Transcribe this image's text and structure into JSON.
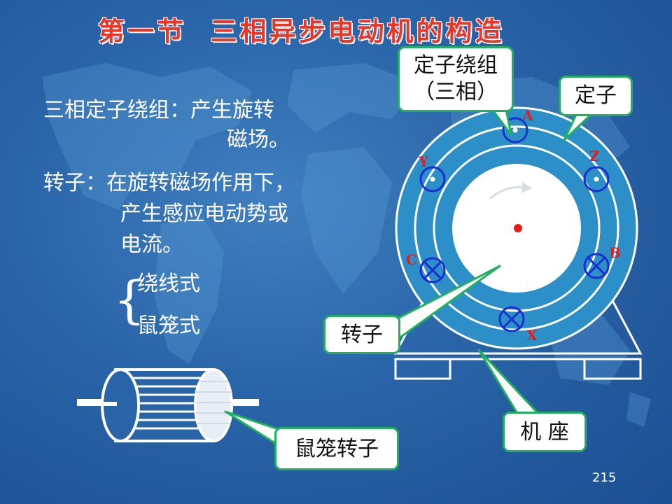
{
  "title": "第一节  三相异步电动机的构造",
  "left": {
    "line1": "三相定子绕组：产生旋转",
    "line2": "磁场。",
    "line3": "转子：在旋转磁场作用下，",
    "line4": "产生感应电动势或",
    "line5": "电流。",
    "option1": "绕线式",
    "option2": "鼠笼式"
  },
  "callouts": {
    "stator_winding_line1": "定子绕组",
    "stator_winding_line2": "（三相）",
    "stator": "定子",
    "rotor": "转子",
    "base": "机  座",
    "cage_rotor": "鼠笼转子"
  },
  "coils": {
    "A": "A",
    "B": "B",
    "C": "C",
    "X": "X",
    "Y": "Y",
    "Z": "Z"
  },
  "page_number": "215",
  "colors": {
    "title": "#e8362a",
    "background": "#2a64a8",
    "motor_ring": "#2d8fc8",
    "coil": "#1a2fd0",
    "coil_label": "#e81a1a",
    "callout_border": "#21b060"
  }
}
